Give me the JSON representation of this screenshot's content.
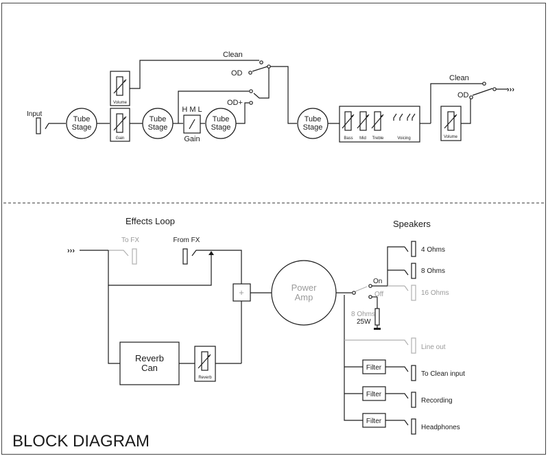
{
  "title": "BLOCK DIAGRAM",
  "preamp": {
    "input": "Input",
    "tube_stage": "Tube",
    "tube_stage_2": "Stage",
    "volume": "Volume",
    "gain": "Gain",
    "hml": "H M L",
    "hml_gain": "Gain",
    "clean": "Clean",
    "od": "OD",
    "od_plus": "OD+",
    "bass": "Bass",
    "mid": "Mid",
    "treble": "Treble",
    "voicing": "Voicing",
    "clean_out": "Clean",
    "od_out": "OD"
  },
  "poweramp": {
    "effects_loop": "Effects Loop",
    "to_fx": "To FX",
    "from_fx": "From FX",
    "plus": "+",
    "power": "Power",
    "amp": "Amp",
    "reverb": "Reverb",
    "can": "Can",
    "reverb_pot": "Reverb",
    "speakers": "Speakers",
    "ohms_4": "4 Ohms",
    "ohms_8": "8 Ohms",
    "ohms_16": "16 Ohms",
    "on": "On",
    "off": "Off",
    "load_1": "8 Ohms",
    "load_2": "25W",
    "line_out": "Line out",
    "filter": "Filter",
    "to_clean_input": "To Clean input",
    "recording": "Recording",
    "headphones": "Headphones"
  }
}
